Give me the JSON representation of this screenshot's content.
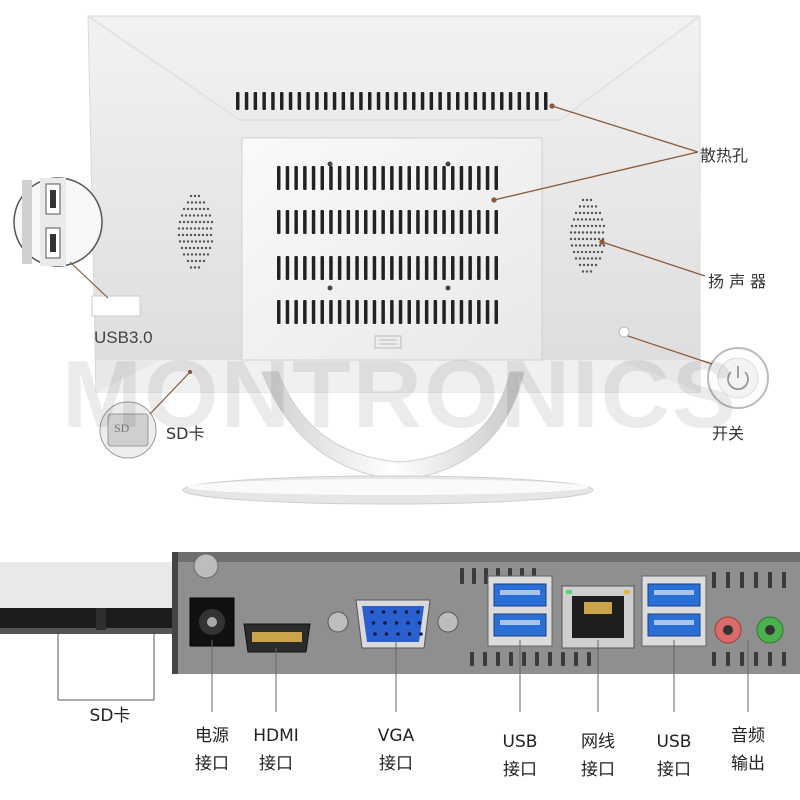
{
  "watermark": "MONTRONICS",
  "top_labels": {
    "vents": "散热孔",
    "speaker": "扬 声 器",
    "usb30": "USB3.0",
    "sd_card": "SD卡",
    "power_switch": "开关",
    "sd_icon_text": "SD"
  },
  "bottom_labels": {
    "sd_card": "SD卡",
    "power_port_line1": "电源",
    "power_port_line2": "接口",
    "hdmi_line1": "HDMI",
    "hdmi_line2": "接口",
    "vga_line1": "VGA",
    "vga_line2": "接口",
    "usb_left_line1": "USB",
    "usb_left_line2": "接口",
    "lan_line1": "网线",
    "lan_line2": "接口",
    "usb_right_line1": "USB",
    "usb_right_line2": "接口",
    "audio_line1": "音频",
    "audio_line2": "输出"
  },
  "colors": {
    "callout_line": "#8a5a3a",
    "usb_blue": "#2a6fd6",
    "panel_gray": "#8f8f8f",
    "audio_pink": "#d96b6b",
    "audio_green": "#4caf50"
  }
}
